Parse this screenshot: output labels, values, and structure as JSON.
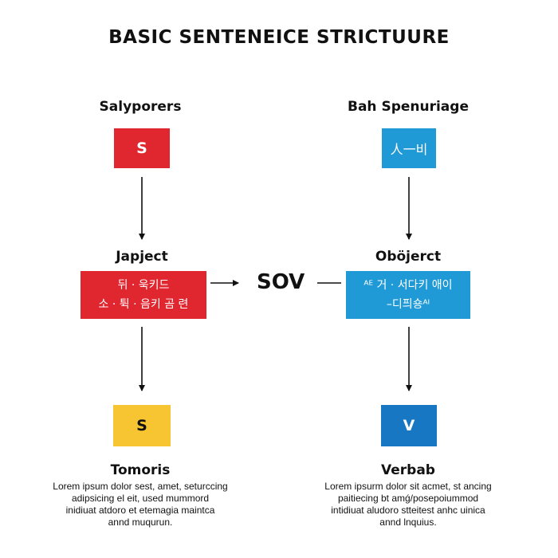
{
  "title": "BASIC SENTENEICE STRICTUURE",
  "left": {
    "heading_top": "Salyporers",
    "box_top": "S",
    "heading_mid": "Japject",
    "box_mid_line1": "뒤 · 욱키드",
    "box_mid_line2": "소 · 튁 · 음키 곰 련",
    "box_bottom": "S",
    "heading_bottom": "Tomoris",
    "desc": [
      "Lorem ipsum dolor sest,  amet, seturccing",
      "adipsicing el eit, used mummord",
      "inidiuat atdoro et etemagia maintca",
      "annd muqurun."
    ]
  },
  "center": {
    "label": "SOV"
  },
  "right": {
    "heading_top": "Bah Spenuriage",
    "box_top": "人一비",
    "heading_mid": "Oböjerct",
    "box_mid_line1": "ᴬᴱ 거 · 서다키 애이",
    "box_mid_line2": "–디픠숑ᴬᴵ",
    "box_bottom": "V",
    "heading_bottom": "Verbab",
    "desc": [
      "Lorem  ipsurm  dolor  sit acmet,  st ancing",
      "paitiecing bt amǵ/posepoiummod",
      "intidiuat aludoro stteitest anhc uinica",
      "annd lnquius."
    ]
  },
  "colors": {
    "red": "#E0262F",
    "blue": "#1F9AD6",
    "blue_dark": "#1877C2",
    "yellow": "#F7C531"
  }
}
